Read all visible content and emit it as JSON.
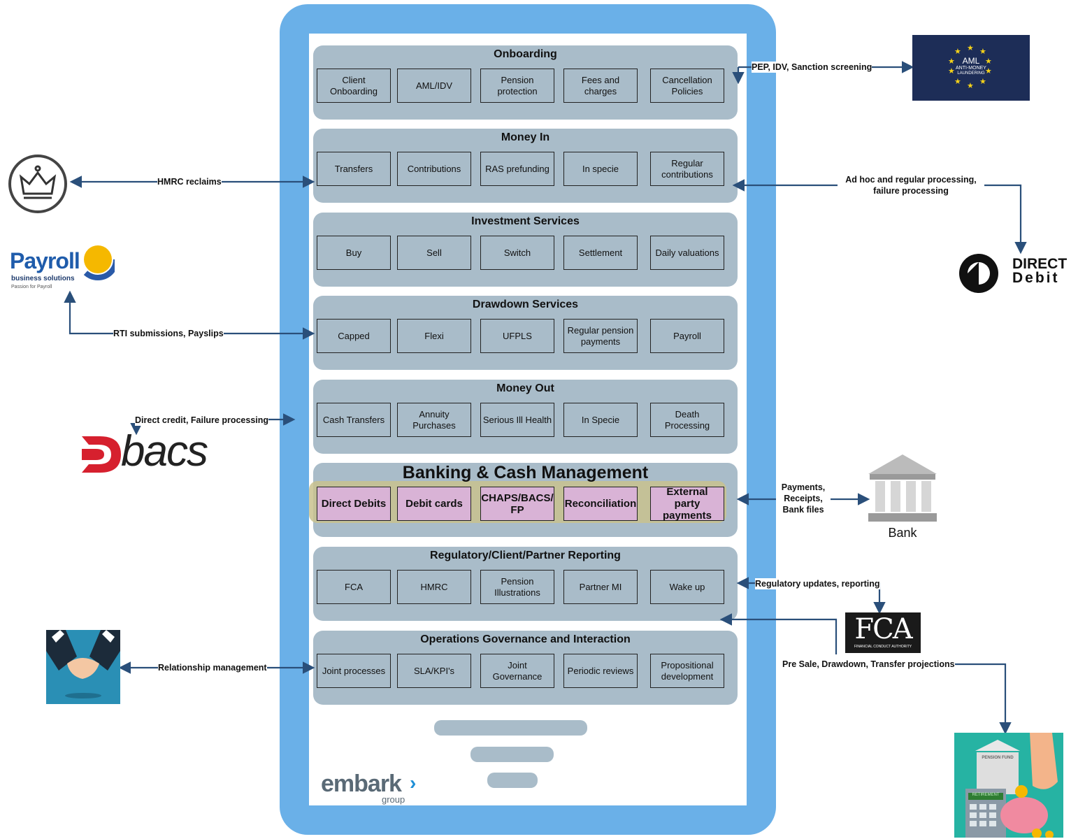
{
  "sections": [
    {
      "title": "Onboarding",
      "items": [
        "Client Onboarding",
        "AML/IDV",
        "Pension protection",
        "Fees and charges",
        "Cancellation Policies"
      ]
    },
    {
      "title": "Money In",
      "items": [
        "Transfers",
        "Contributions",
        "RAS prefunding",
        "In specie",
        "Regular contributions"
      ]
    },
    {
      "title": "Investment Services",
      "items": [
        "Buy",
        "Sell",
        "Switch",
        "Settlement",
        "Daily valuations"
      ]
    },
    {
      "title": "Drawdown Services",
      "items": [
        "Capped",
        "Flexi",
        "UFPLS",
        "Regular pension payments",
        "Payroll"
      ]
    },
    {
      "title": "Money Out",
      "items": [
        "Cash Transfers",
        "Annuity Purchases",
        "Serious Ill Health",
        "In Specie",
        "Death Processing"
      ]
    },
    {
      "title": "Banking & Cash Management",
      "items": [
        "Direct Debits",
        "Debit cards",
        "CHAPS/BACS/ FP",
        "Reconciliation",
        "External party payments"
      ]
    },
    {
      "title": "Regulatory/Client/Partner Reporting",
      "items": [
        "FCA",
        "HMRC",
        "Pension Illustrations",
        "Partner MI",
        "Wake up"
      ]
    },
    {
      "title": "Operations Governance and Interaction",
      "items": [
        "Joint processes",
        "SLA/KPI's",
        "Joint Governance",
        "Periodic reviews",
        "Propositional development"
      ]
    }
  ],
  "connections": {
    "aml": "PEP, IDV, Sanction screening",
    "hmrc": "HMRC reclaims",
    "direct_debit": "Ad hoc and regular processing, failure processing",
    "payroll": "RTI submissions, Payslips",
    "bacs": "Direct credit, Failure processing",
    "bank": "Payments, Receipts, Bank files",
    "fca": "Regulatory updates, reporting",
    "pension": "Pre Sale, Drawdown, Transfer projections",
    "relationship": "Relationship management"
  },
  "logos": {
    "aml": {
      "line1": "AML",
      "line2": "ANTI-MONEY",
      "line3": "LAUNDERING"
    },
    "payroll": {
      "title": "Payroll",
      "sub": "business solutions",
      "tag": "Passion for Payroll"
    },
    "direct_debit": {
      "line1": "DIRECT",
      "line2": "Debit"
    },
    "bacs": "bacs",
    "bank": "Bank",
    "fca": {
      "main": "FCA",
      "sub": "FINANCIAL CONDUCT AUTHORITY"
    },
    "pension": {
      "fund": "PENSION FUND",
      "retirement": "RETIREMENT"
    },
    "embark": {
      "name": "embark",
      "group": "group"
    }
  },
  "colors": {
    "device": "#6ab0e8",
    "section": "#a9bcc9",
    "banking_box": "#d9b3d6",
    "arrow": "#2a4f7a"
  }
}
